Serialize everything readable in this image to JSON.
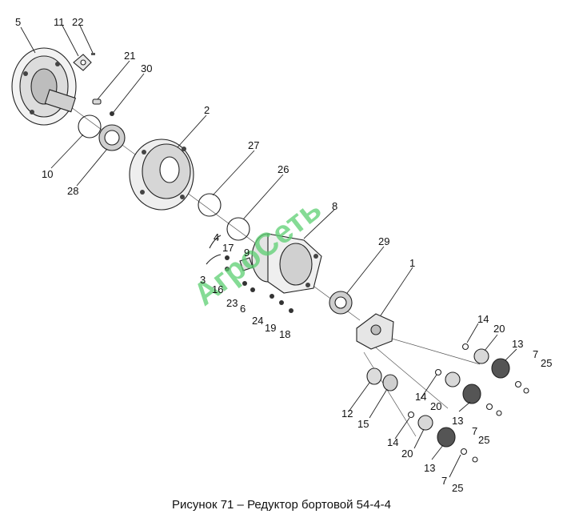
{
  "caption": "Рисунок 71 – Редуктор бортовой 54-4-4",
  "watermark": "АгроСеть",
  "colors": {
    "watermark": "#5ccf72",
    "ink": "#222222"
  },
  "callouts": [
    {
      "id": "c5",
      "text": "5"
    },
    {
      "id": "c11",
      "text": "11"
    },
    {
      "id": "c22",
      "text": "22"
    },
    {
      "id": "c21",
      "text": "21"
    },
    {
      "id": "c30",
      "text": "30"
    },
    {
      "id": "c2",
      "text": "2"
    },
    {
      "id": "c10",
      "text": "10"
    },
    {
      "id": "c28",
      "text": "28"
    },
    {
      "id": "c27",
      "text": "27"
    },
    {
      "id": "c26",
      "text": "26"
    },
    {
      "id": "c8",
      "text": "8"
    },
    {
      "id": "c4",
      "text": "4"
    },
    {
      "id": "c17",
      "text": "17"
    },
    {
      "id": "c9",
      "text": "9"
    },
    {
      "id": "c3",
      "text": "3"
    },
    {
      "id": "c16",
      "text": "16"
    },
    {
      "id": "c23",
      "text": "23"
    },
    {
      "id": "c6",
      "text": "6"
    },
    {
      "id": "c24",
      "text": "24"
    },
    {
      "id": "c19",
      "text": "19"
    },
    {
      "id": "c18",
      "text": "18"
    },
    {
      "id": "c29",
      "text": "29"
    },
    {
      "id": "c1",
      "text": "1"
    },
    {
      "id": "c14a",
      "text": "14"
    },
    {
      "id": "c20a",
      "text": "20"
    },
    {
      "id": "c13a",
      "text": "13"
    },
    {
      "id": "c7a",
      "text": "7"
    },
    {
      "id": "c25a",
      "text": "25"
    },
    {
      "id": "c14b",
      "text": "14"
    },
    {
      "id": "c20b",
      "text": "20"
    },
    {
      "id": "c13b",
      "text": "13"
    },
    {
      "id": "c7b",
      "text": "7"
    },
    {
      "id": "c25b",
      "text": "25"
    },
    {
      "id": "c12",
      "text": "12"
    },
    {
      "id": "c15",
      "text": "15"
    },
    {
      "id": "c14c",
      "text": "14"
    },
    {
      "id": "c20c",
      "text": "20"
    },
    {
      "id": "c13c",
      "text": "13"
    },
    {
      "id": "c7c",
      "text": "7"
    },
    {
      "id": "c25c",
      "text": "25"
    }
  ]
}
